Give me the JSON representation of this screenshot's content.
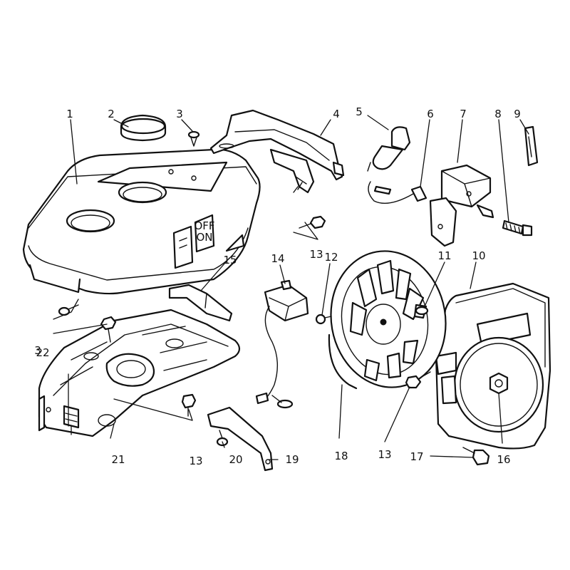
{
  "callouts": {
    "c1": "1",
    "c2": "2",
    "c3a": "3",
    "c3b": "3",
    "c4": "4",
    "c5": "5",
    "c6": "6",
    "c7": "7",
    "c8": "8",
    "c9": "9",
    "c10": "10",
    "c11": "11",
    "c12": "12",
    "c13a": "13",
    "c13b": "13",
    "c13c": "13",
    "c14": "14",
    "c15": "15",
    "c16": "16",
    "c17": "17",
    "c18": "18",
    "c19": "19",
    "c20": "20",
    "c21": "21",
    "c22": "22"
  },
  "switch_labels": {
    "off": "OFF",
    "on": "ON"
  },
  "colors": {
    "ink": "#111111",
    "paper": "#ffffff"
  }
}
